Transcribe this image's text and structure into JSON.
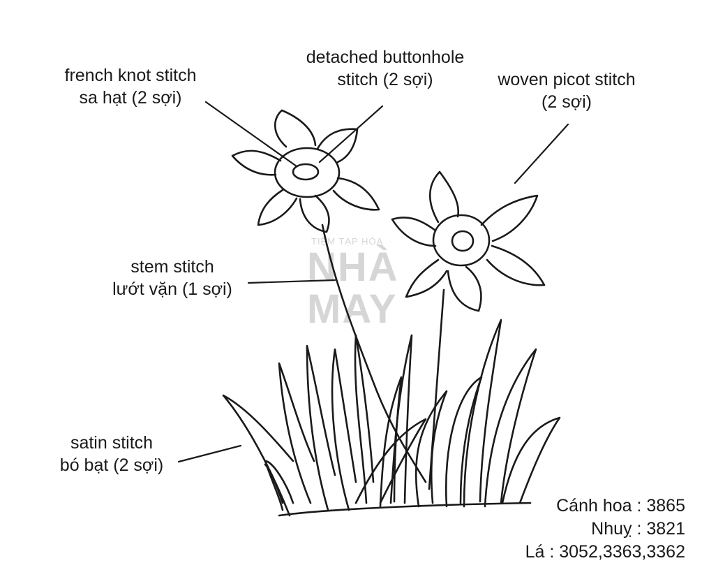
{
  "labels": {
    "french_knot": [
      "french knot stitch",
      "sa hạt (2 sợi)"
    ],
    "buttonhole": [
      "detached buttonhole",
      "stitch (2 sợi)"
    ],
    "picot": [
      "woven picot stitch",
      "(2 sợi)"
    ],
    "stem": [
      "stem stitch",
      "lướt vặn (1 sợi)"
    ],
    "satin": [
      "satin stitch",
      "bó bạt (2 sợi)"
    ]
  },
  "legend": [
    "Cánh hoa : 3865",
    "Nhuỵ : 3821",
    "Lá : 3052,3363,3362"
  ],
  "watermark": {
    "line1": "TIỆM TẠP HÓA",
    "line2": "NHÀ",
    "line3": "MAY"
  },
  "colors": {
    "ink": "#1a1a1a",
    "watermark": "#d6d6d6"
  }
}
